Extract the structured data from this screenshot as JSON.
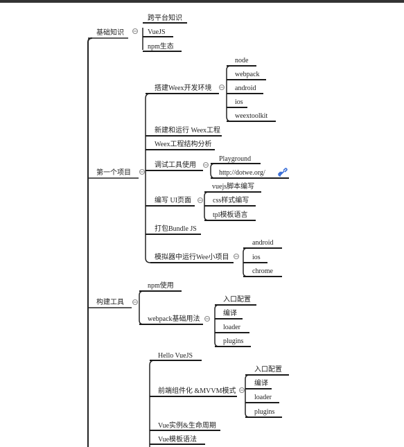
{
  "mindmap": {
    "sections": [
      {
        "label": "基础知识",
        "children": [
          {
            "label": "跨平台知识"
          },
          {
            "label": "VueJS"
          },
          {
            "label": "npm生态"
          }
        ]
      },
      {
        "label": "第一个项目",
        "children": [
          {
            "label": "搭建Weex开发环境",
            "children": [
              "node",
              "webpack",
              "android",
              "ios",
              "weextoolkit"
            ]
          },
          {
            "label": "新建和运行 Weex工程"
          },
          {
            "label": "Weex工程结构分析"
          },
          {
            "label": "调试工具使用",
            "children": [
              "Playground",
              "http://dotwe.org/"
            ]
          },
          {
            "label": "编写 UI页面",
            "children": [
              "vuejs脚本编写",
              "css样式编写",
              "tpl模板语言"
            ]
          },
          {
            "label": "打包Bundle JS"
          },
          {
            "label": "模拟器中运行Wee小项目",
            "children": [
              "android",
              "ios",
              "chrome"
            ]
          }
        ]
      },
      {
        "label": "构建工具",
        "children": [
          {
            "label": "npm使用"
          },
          {
            "label": "webpack基础用法",
            "children": [
              "入口配置",
              "编译",
              "loader",
              "plugins"
            ]
          }
        ]
      },
      {
        "label": "",
        "children": [
          {
            "label": "Hello VueJS"
          },
          {
            "label": "前端组件化 &MVVM模式",
            "children": [
              "入口配置",
              "编译",
              "loader",
              "plugins"
            ]
          },
          {
            "label": "Vue实例&生命周期"
          },
          {
            "label": "Vue模板语法"
          }
        ]
      }
    ],
    "icons": [
      "collapse-toggle-icon",
      "link-icon"
    ],
    "colors": {
      "line": "#222222",
      "toggle": "#888888",
      "link_icon": "#3a6fd8",
      "top_bar": "#333333"
    }
  }
}
